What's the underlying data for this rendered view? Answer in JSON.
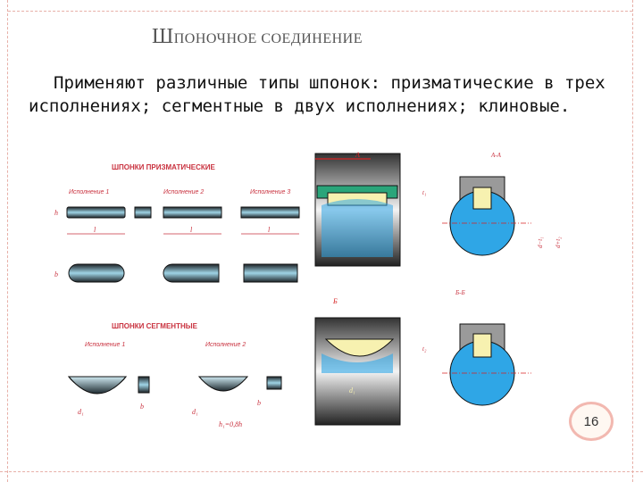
{
  "slide": {
    "title_cap": "Ш",
    "title_rest": "ПОНОЧНОЕ СОЕДИНЕНИЕ",
    "paragraph": "Применяют различные типы шпонок: призматические в трех исполнениях; сегментные в двух исполнениях; клиновые.",
    "page_number": "16"
  },
  "drawing": {
    "prismatic_heading": "ШПОНКИ ПРИЗМАТИЧЕСКИЕ",
    "segment_heading": "ШПОНКИ СЕГМЕНТНЫЕ",
    "prismatic_variants": [
      "Исполнение 1",
      "Исполнение 2",
      "Исполнение 3"
    ],
    "segment_variants": [
      "Исполнение 1",
      "Исполнение 2"
    ],
    "dim_l": "l",
    "dim_h": "h",
    "dim_b": "b",
    "dim_d1": "d₁",
    "dim_d": "d",
    "dim_t1": "t₁",
    "dim_t2": "t₂",
    "dim_d_t1": "d−t₁",
    "dim_d_t2": "d+t₂",
    "section_aa": "А-А",
    "section_bb": "Б-Б",
    "mark_a": "А",
    "mark_b": "Б",
    "note_h1": "h₁=0,8h",
    "colors": {
      "shaft_blue": "#2fa6e6",
      "key_dark": "#23272b",
      "key_light": "#bfe3ef",
      "hatch_red": "#d62323",
      "yellow_key": "#f7f1b0",
      "green_hub": "#2aa57a"
    }
  }
}
